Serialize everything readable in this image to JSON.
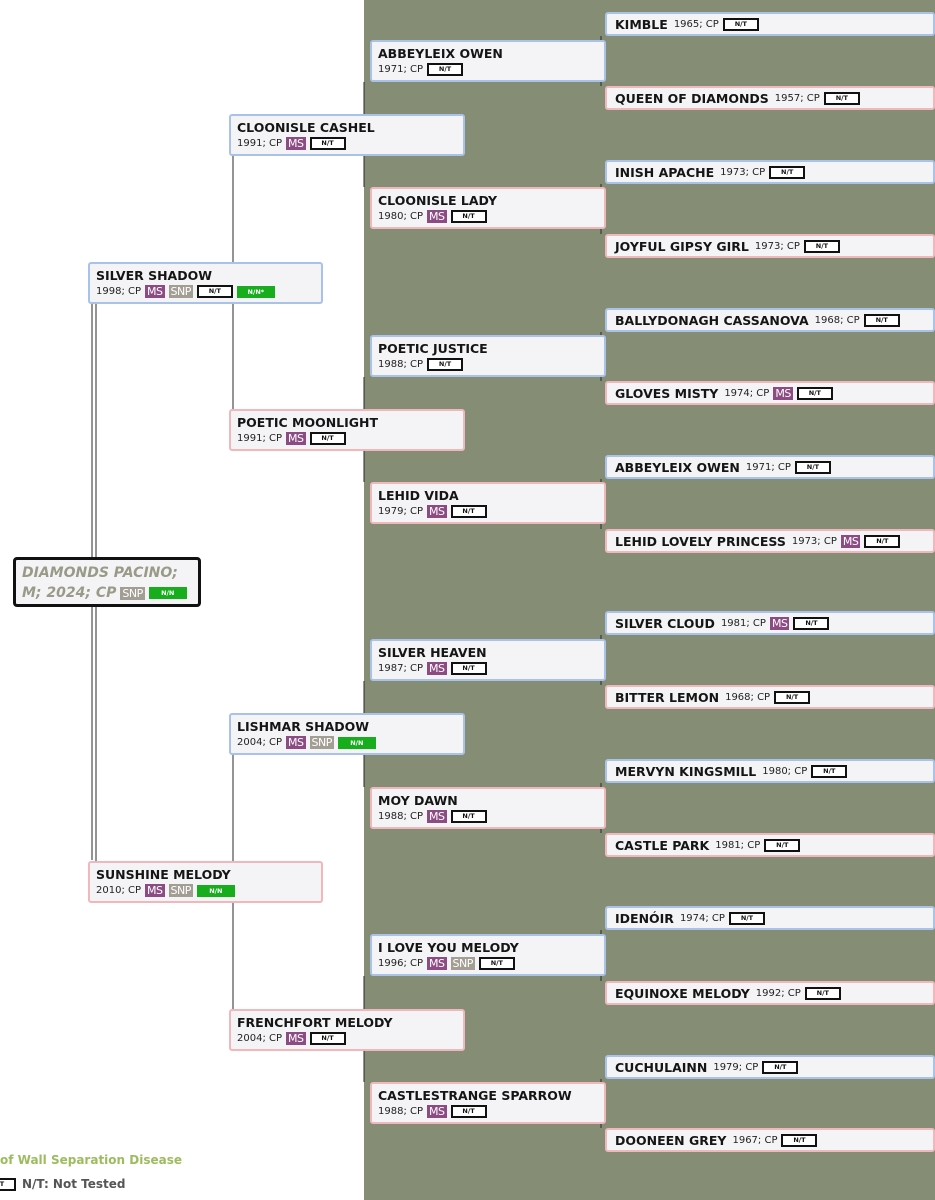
{
  "colors": {
    "panel": "#858d75",
    "male_border": "#a9c2ea",
    "female_border": "#f0b8bc",
    "ms_badge": "#8d4b84",
    "snp_badge": "#a39e94",
    "nn_badge": "#17ad1d",
    "subject_text": "#9a9a88",
    "legend_text": "#9cbc5e",
    "line": "#2a2a2a"
  },
  "subject": {
    "line1": "DIAMONDS PACINO;",
    "line2": "M; 2024; CP",
    "badges": [
      "SNP",
      "N/N"
    ]
  },
  "gen1": [
    {
      "name": "SILVER SHADOW",
      "meta": "1998; CP",
      "sex": "m",
      "badges": [
        "MS",
        "SNP",
        "N/T",
        "N/N*"
      ]
    },
    {
      "name": "SUNSHINE MELODY",
      "meta": "2010; CP",
      "sex": "f",
      "badges": [
        "MS",
        "SNP",
        "N/N"
      ]
    }
  ],
  "gen2": [
    {
      "name": "CLOONISLE CASHEL",
      "meta": "1991; CP",
      "sex": "m",
      "badges": [
        "MS",
        "N/T"
      ]
    },
    {
      "name": "POETIC MOONLIGHT",
      "meta": "1991; CP",
      "sex": "f",
      "badges": [
        "MS",
        "N/T"
      ]
    },
    {
      "name": "LISHMAR SHADOW",
      "meta": "2004; CP",
      "sex": "m",
      "badges": [
        "MS",
        "SNP",
        "N/N"
      ]
    },
    {
      "name": "FRENCHFORT MELODY",
      "meta": "2004; CP",
      "sex": "f",
      "badges": [
        "MS",
        "N/T"
      ]
    }
  ],
  "gen3": [
    {
      "name": "ABBEYLEIX OWEN",
      "meta": "1971; CP",
      "sex": "m",
      "badges": [
        "N/T"
      ]
    },
    {
      "name": "CLOONISLE LADY",
      "meta": "1980; CP",
      "sex": "f",
      "badges": [
        "MS",
        "N/T"
      ]
    },
    {
      "name": "POETIC JUSTICE",
      "meta": "1988; CP",
      "sex": "m",
      "badges": [
        "N/T"
      ]
    },
    {
      "name": "LEHID VIDA",
      "meta": "1979; CP",
      "sex": "f",
      "badges": [
        "MS",
        "N/T"
      ]
    },
    {
      "name": "SILVER HEAVEN",
      "meta": "1987; CP",
      "sex": "m",
      "badges": [
        "MS",
        "N/T"
      ]
    },
    {
      "name": "MOY DAWN",
      "meta": "1988; CP",
      "sex": "f",
      "badges": [
        "MS",
        "N/T"
      ]
    },
    {
      "name": "I LOVE YOU MELODY",
      "meta": "1996; CP",
      "sex": "m",
      "badges": [
        "MS",
        "SNP",
        "N/T"
      ]
    },
    {
      "name": "CASTLESTRANGE SPARROW",
      "meta": "1988; CP",
      "sex": "f",
      "badges": [
        "MS",
        "N/T"
      ]
    }
  ],
  "gen4": [
    {
      "name": "KIMBLE",
      "meta": "1965; CP",
      "sex": "m",
      "badges": [
        "N/T"
      ]
    },
    {
      "name": "QUEEN OF DIAMONDS",
      "meta": "1957; CP",
      "sex": "f",
      "badges": [
        "N/T"
      ]
    },
    {
      "name": "INISH APACHE",
      "meta": "1973; CP",
      "sex": "m",
      "badges": [
        "N/T"
      ]
    },
    {
      "name": "JOYFUL GIPSY GIRL",
      "meta": "1973; CP",
      "sex": "f",
      "badges": [
        "N/T"
      ]
    },
    {
      "name": "BALLYDONAGH CASSANOVA",
      "meta": "1968; CP",
      "sex": "m",
      "badges": [
        "N/T"
      ]
    },
    {
      "name": "GLOVES MISTY",
      "meta": "1974; CP",
      "sex": "f",
      "badges": [
        "MS",
        "N/T"
      ]
    },
    {
      "name": "ABBEYLEIX OWEN",
      "meta": "1971; CP",
      "sex": "m",
      "badges": [
        "N/T"
      ]
    },
    {
      "name": "LEHID LOVELY PRINCESS",
      "meta": "1973; CP",
      "sex": "f",
      "badges": [
        "MS",
        "N/T"
      ]
    },
    {
      "name": "SILVER CLOUD",
      "meta": "1981; CP",
      "sex": "m",
      "badges": [
        "MS",
        "N/T"
      ]
    },
    {
      "name": "BITTER LEMON",
      "meta": "1968; CP",
      "sex": "f",
      "badges": [
        "N/T"
      ]
    },
    {
      "name": "MERVYN KINGSMILL",
      "meta": "1980; CP",
      "sex": "m",
      "badges": [
        "N/T"
      ]
    },
    {
      "name": "CASTLE PARK",
      "meta": "1981; CP",
      "sex": "f",
      "badges": [
        "N/T"
      ]
    },
    {
      "name": "IDENÓIR",
      "meta": "1974; CP",
      "sex": "m",
      "badges": [
        "N/T"
      ]
    },
    {
      "name": "EQUINOXE MELODY",
      "meta": "1992; CP",
      "sex": "f",
      "badges": [
        "N/T"
      ]
    },
    {
      "name": "CUCHULAINN",
      "meta": "1979; CP",
      "sex": "m",
      "badges": [
        "N/T"
      ]
    },
    {
      "name": "DOONEEN GREY",
      "meta": "1967; CP",
      "sex": "f",
      "badges": [
        "N/T"
      ]
    }
  ],
  "legend": {
    "disease": "of Wall Separation Disease",
    "nt_badge": "N/T",
    "nt_text": "N/T: Not Tested"
  }
}
